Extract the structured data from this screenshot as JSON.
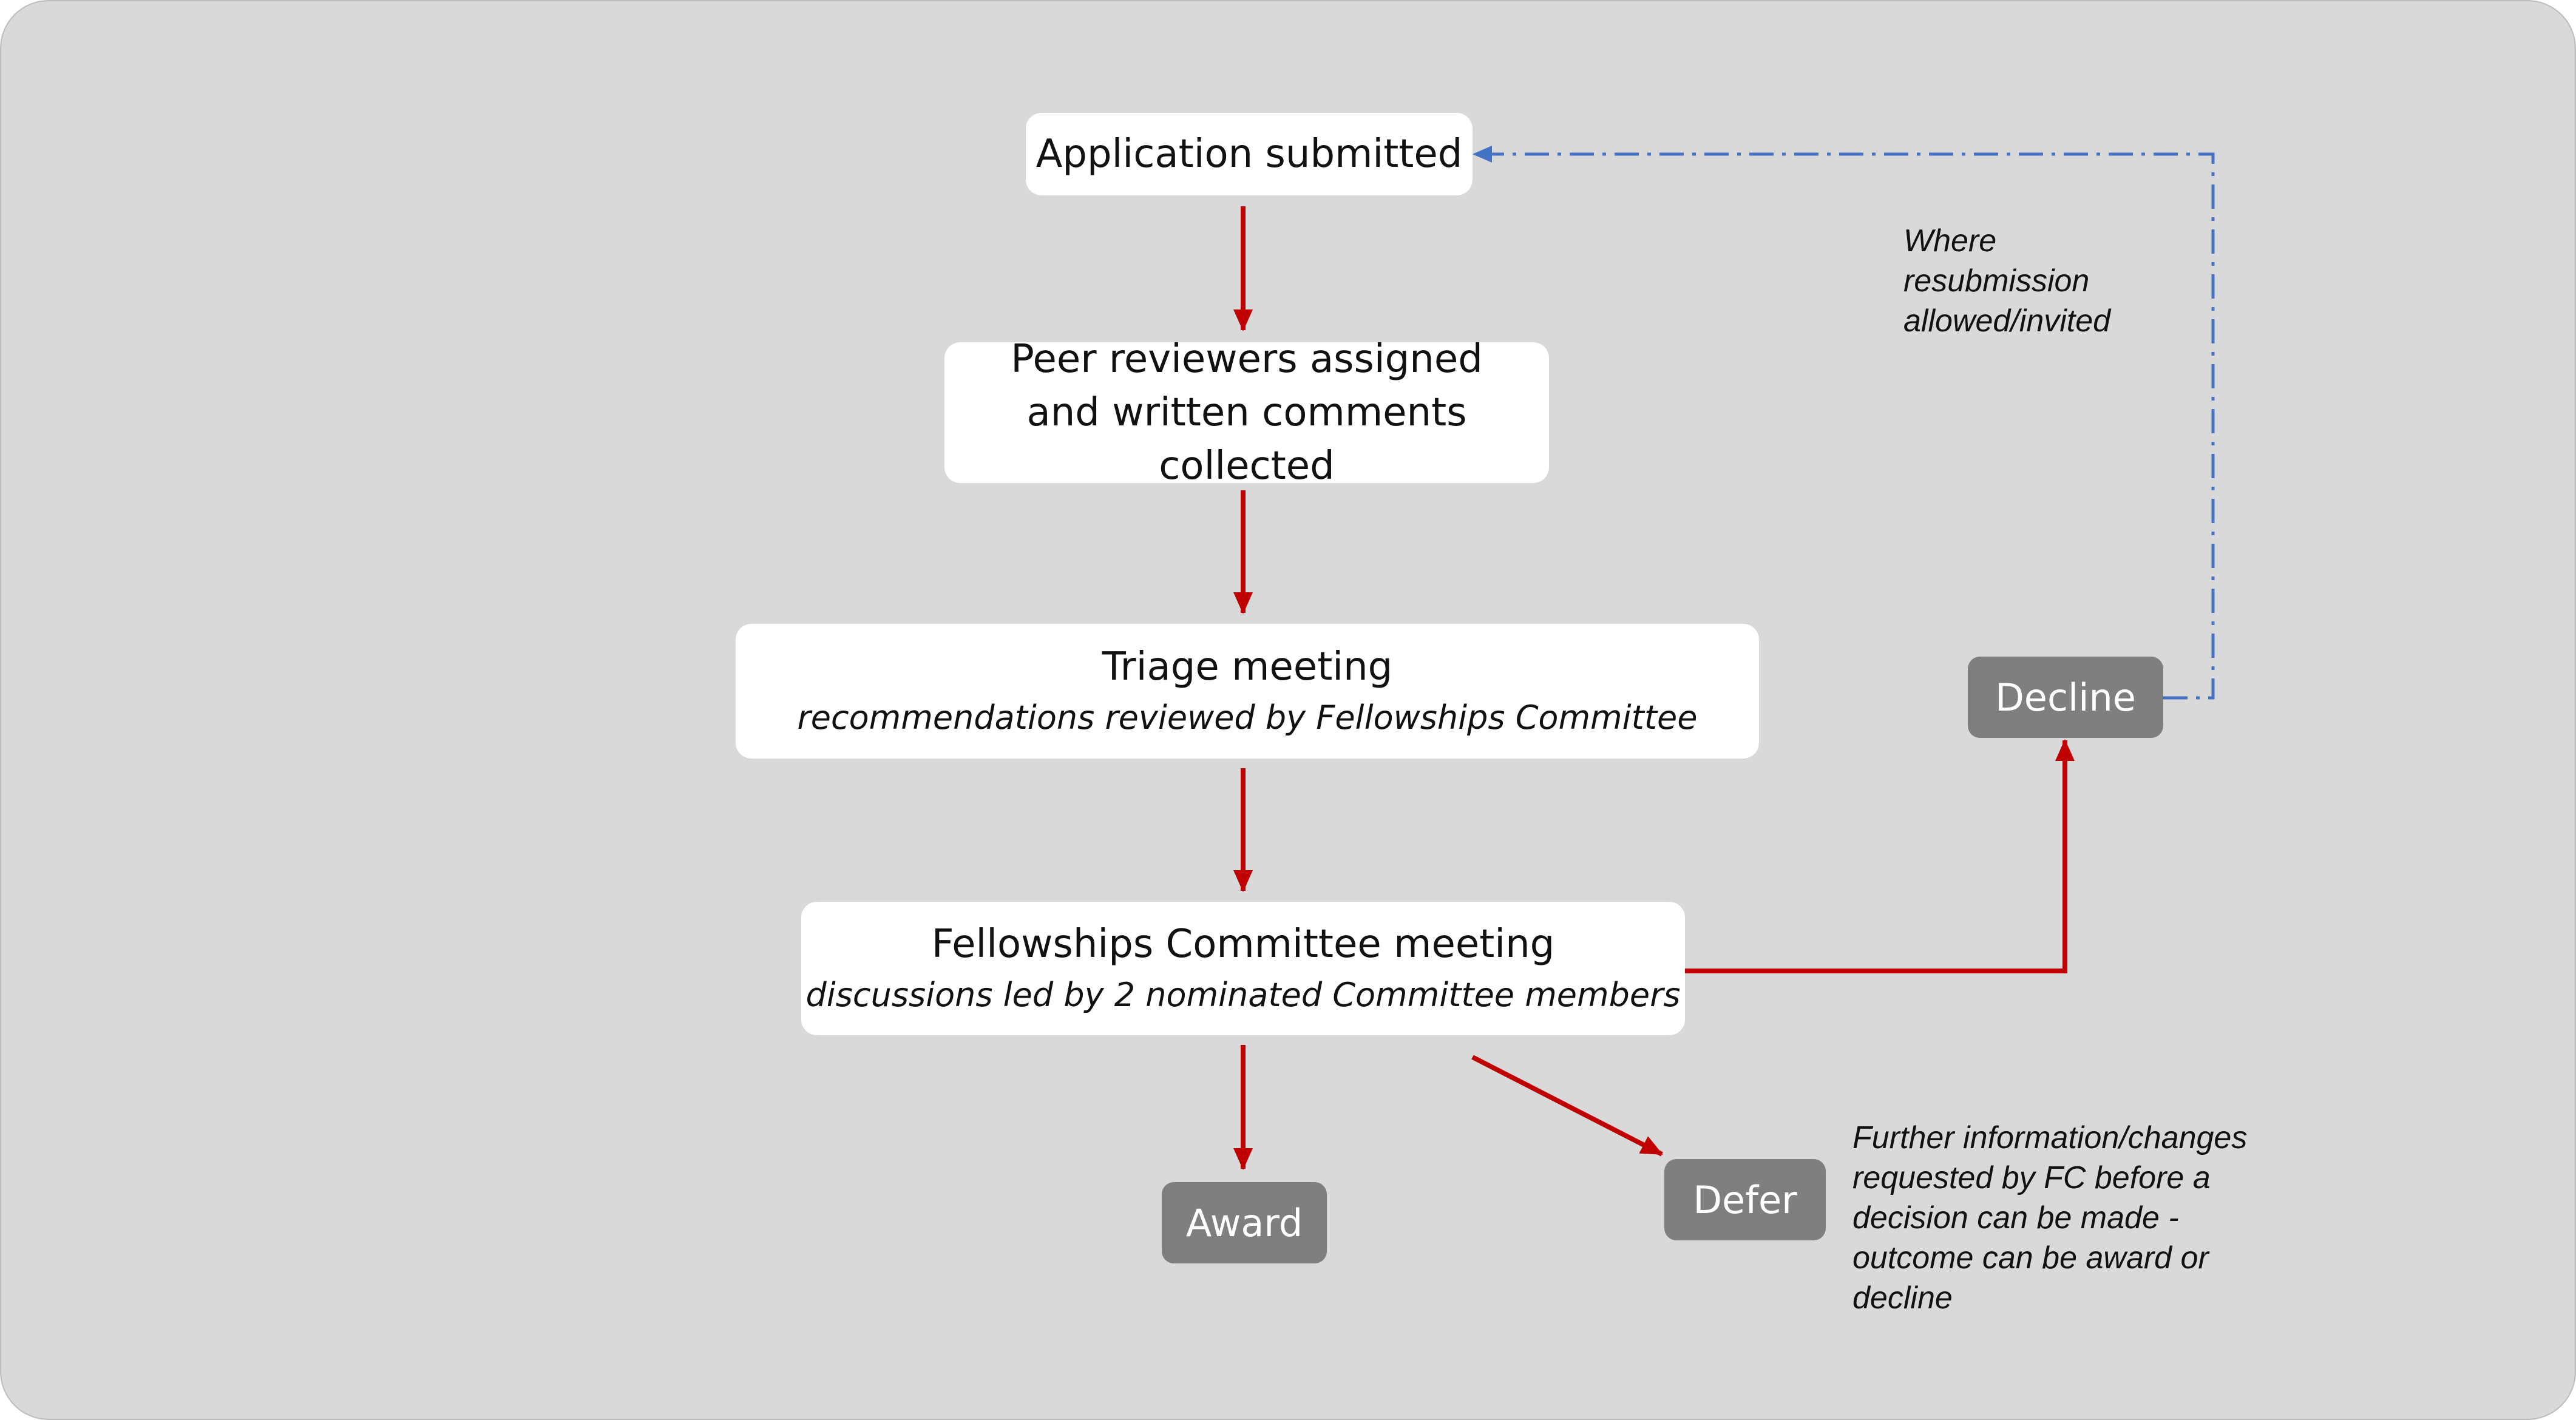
{
  "flow": {
    "application": "Application submitted",
    "peer_review": "Peer reviewers assigned and written comments collected",
    "triage": {
      "title": "Triage meeting",
      "detail": "recommendations reviewed by Fellowships Committee"
    },
    "committee": {
      "title": "Fellowships Committee meeting",
      "detail": "discussions led by 2 nominated Committee members"
    }
  },
  "outcomes": {
    "award": "Award",
    "defer": "Defer",
    "decline": "Decline"
  },
  "notes": {
    "resubmission": "Where\nresubmission\nallowed/invited",
    "defer": "Further information/changes\nrequested by FC before a\ndecision can be made -\noutcome can be award or\ndecline"
  },
  "colors": {
    "background": "#d9d9d9",
    "box": "#ffffff",
    "outcome_box": "#7f7f7f",
    "main_arrow": "#c00000",
    "resubmission_arrow": "#4472c4"
  }
}
